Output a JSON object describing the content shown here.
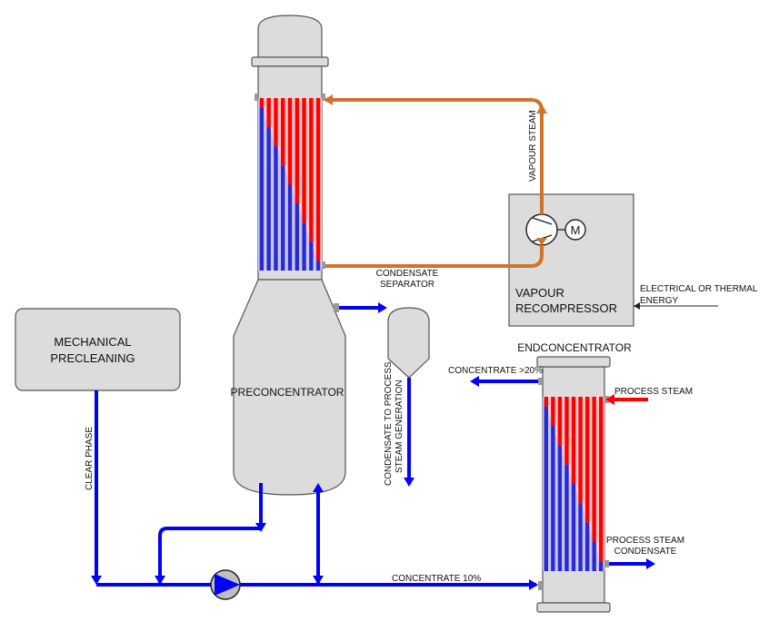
{
  "colors": {
    "liquid": "#0000ff",
    "steam": "#d1722a",
    "hot": "#ff0000",
    "cold": "#2a2ad0",
    "vessel": "#dcdcdc"
  },
  "labels": {
    "mechanical_precleaning_line1": "MECHANICAL",
    "mechanical_precleaning_line2": "PRECLEANING",
    "preconcentrator": "PRECONCENTRATOR",
    "vapour_recompressor_line1": "VAPOUR",
    "vapour_recompressor_line2": "RECOMPRESSOR",
    "motor": "M",
    "vapour_steam": "VAPOUR STEAM",
    "condensate_separator_line1": "CONDENSATE",
    "condensate_separator_line2": "SEPARATOR",
    "condensate_to_process_line1": "CONDENSATE TO PROCESS",
    "condensate_to_process_line2": "STEAM GENERATION",
    "electrical_energy_line1": "ELECTRICAL OR THERMAL",
    "electrical_energy_line2": "ENERGY",
    "endconcentrator": "ENDCONCENTRATOR",
    "concentrate_20": "CONCENTRATE >20%",
    "process_steam": "PROCESS STEAM",
    "process_steam_condensate_line1": "PROCESS STEAM",
    "process_steam_condensate_line2": "CONDENSATE",
    "clear_phase": "CLEAR PHASE",
    "concentrate_10": "CONCENTRATE 10%"
  }
}
